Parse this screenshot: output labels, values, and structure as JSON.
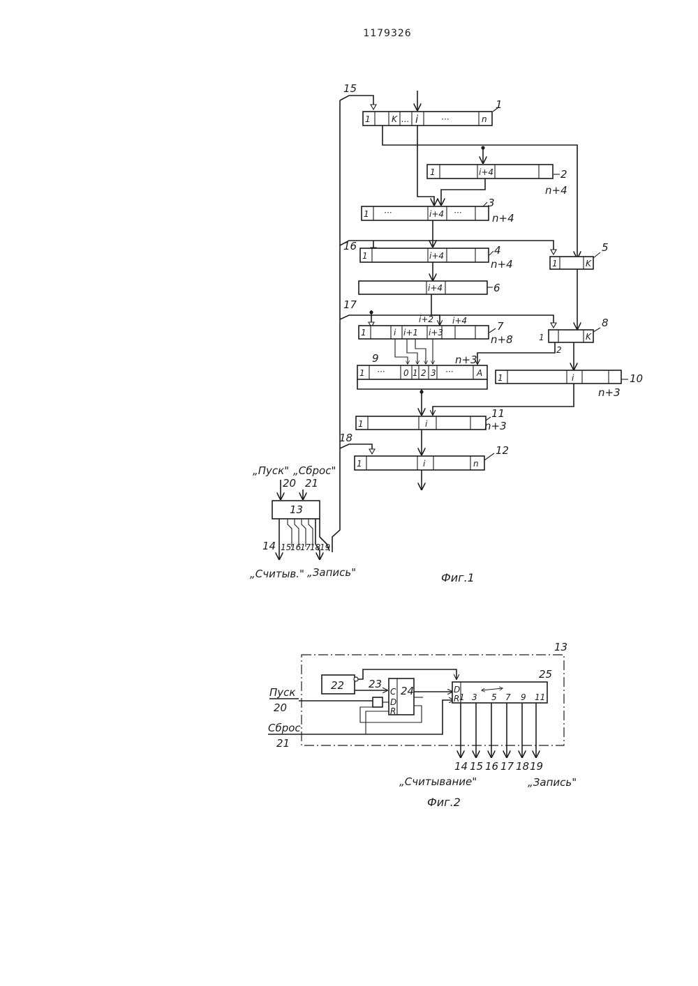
{
  "header": {
    "patent_number": "1179326"
  },
  "figure1": {
    "caption": "Фиг.1",
    "block_labels": {
      "b1": "1",
      "b2": "2",
      "b3": "3",
      "b4": "4",
      "b5": "5",
      "b6": "6",
      "b7": "7",
      "b8": "8",
      "b9": "9",
      "b10": "10",
      "b11": "11",
      "b12": "12",
      "b13": "13"
    },
    "bus_labels": {
      "l15": "15",
      "l16": "16",
      "l17": "17",
      "l18": "18"
    },
    "size_labels": {
      "n": "n",
      "n4": "n+4",
      "n8": "n+8",
      "n3": "n+3"
    },
    "cell_labels": {
      "one": "1",
      "k": "K",
      "dots": "...",
      "i": "i",
      "ellipsis": "···",
      "i4": "i+4",
      "i2": "i+2",
      "i1": "i+1",
      "i3": "i+3",
      "zero": "0",
      "c1": "1",
      "c2": "2",
      "c3": "3",
      "a": "A",
      "two": "2"
    },
    "inputs": {
      "start_text": "„Пуск\"",
      "reset_text": "„Сброс\"",
      "start_num": "20",
      "reset_num": "21"
    },
    "outputs": {
      "o14": "14",
      "o15": "15",
      "o16": "16",
      "o17": "17",
      "o18": "18",
      "o19": "19",
      "read_text": "„Считыв.\"",
      "write_text": "„Запись\""
    }
  },
  "figure2": {
    "caption": "Фиг.2",
    "block_labels": {
      "b13": "13",
      "b22": "22",
      "b23": "23",
      "b24": "24",
      "b25": "25"
    },
    "pin_labels": {
      "c": "C",
      "d": "D",
      "r": "R",
      "d25": "D",
      "r25": "R"
    },
    "decoder_outputs": [
      "1",
      "3",
      "5",
      "7",
      "9",
      "11"
    ],
    "inputs": {
      "start_text": "Пуск",
      "start_num": "20",
      "reset_text": "Сброс",
      "reset_num": "21"
    },
    "output_numbers": [
      "14",
      "15",
      "16",
      "17",
      "18",
      "19"
    ],
    "read_text": "„Считывание\"",
    "write_text": "„Запись\""
  }
}
